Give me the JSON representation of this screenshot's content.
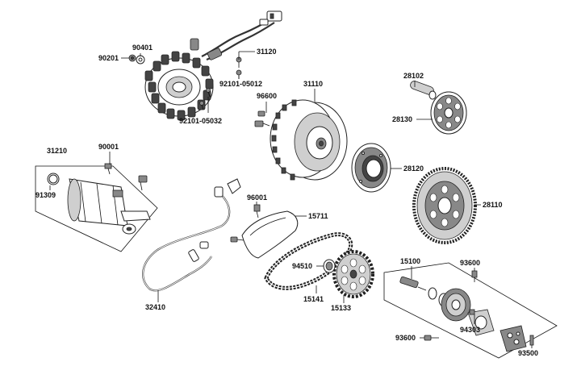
{
  "labels": {
    "l31120": "31120",
    "l90401": "90401",
    "l90201": "90201",
    "l92101_05012": "92101-05012",
    "l92101_05032": "92101-05032",
    "l31110": "31110",
    "l96600": "96600",
    "l28102": "28102",
    "l28130": "28130",
    "l28120": "28120",
    "l28110": "28110",
    "l31210": "31210",
    "l90001": "90001",
    "l91309": "91309",
    "l96001": "96001",
    "l15711": "15711",
    "l94510": "94510",
    "l15141": "15141",
    "l15133": "15133",
    "l32410": "32410",
    "l15100": "15100",
    "l93600a": "93600",
    "l93600b": "93600",
    "l94303": "94303",
    "l93500": "93500"
  }
}
